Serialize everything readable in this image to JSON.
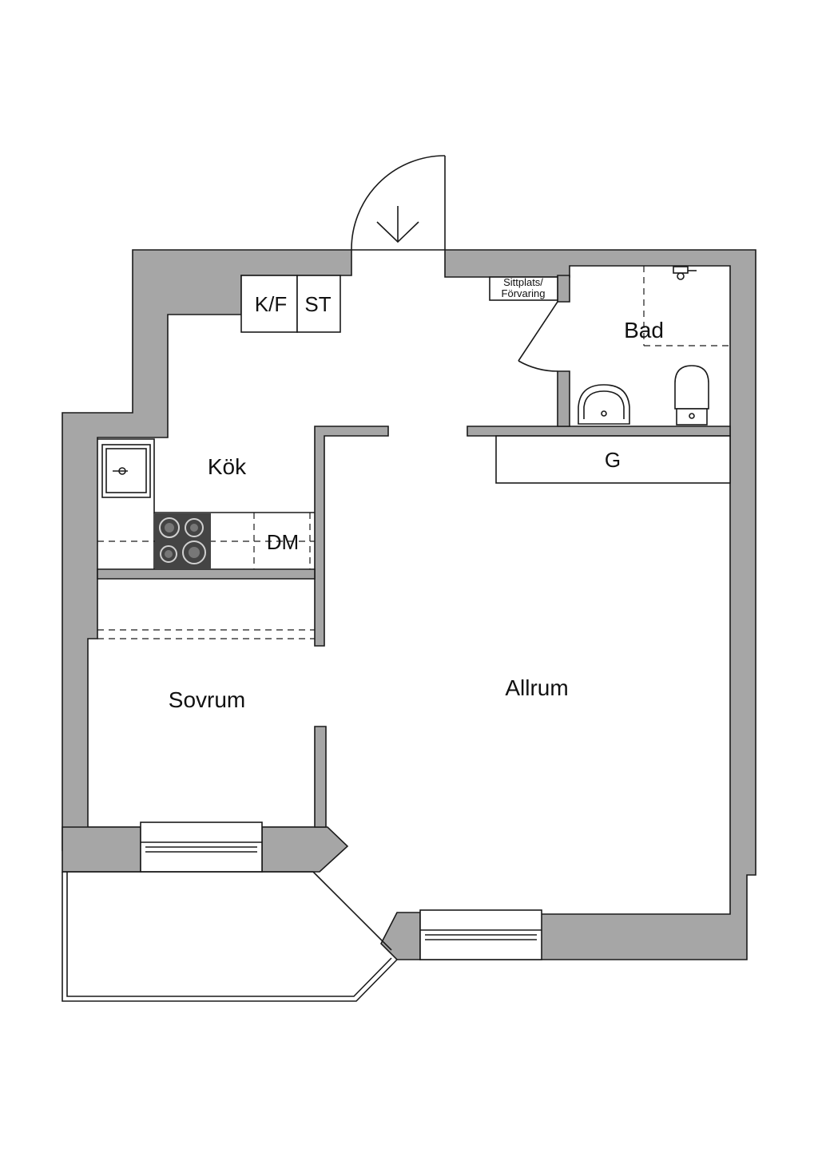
{
  "rooms": {
    "kok": "Kök",
    "sovrum": "Sovrum",
    "allrum": "Allrum",
    "bad": "Bad"
  },
  "fixtures": {
    "kf": "K/F",
    "st": "ST",
    "dm": "DM",
    "g": "G",
    "sittplats_line1": "Sittplats/",
    "sittplats_line2": "Förvaring"
  },
  "colors": {
    "wall": "#a6a6a6",
    "line": "#1a1a1a",
    "stove": "#444444"
  }
}
